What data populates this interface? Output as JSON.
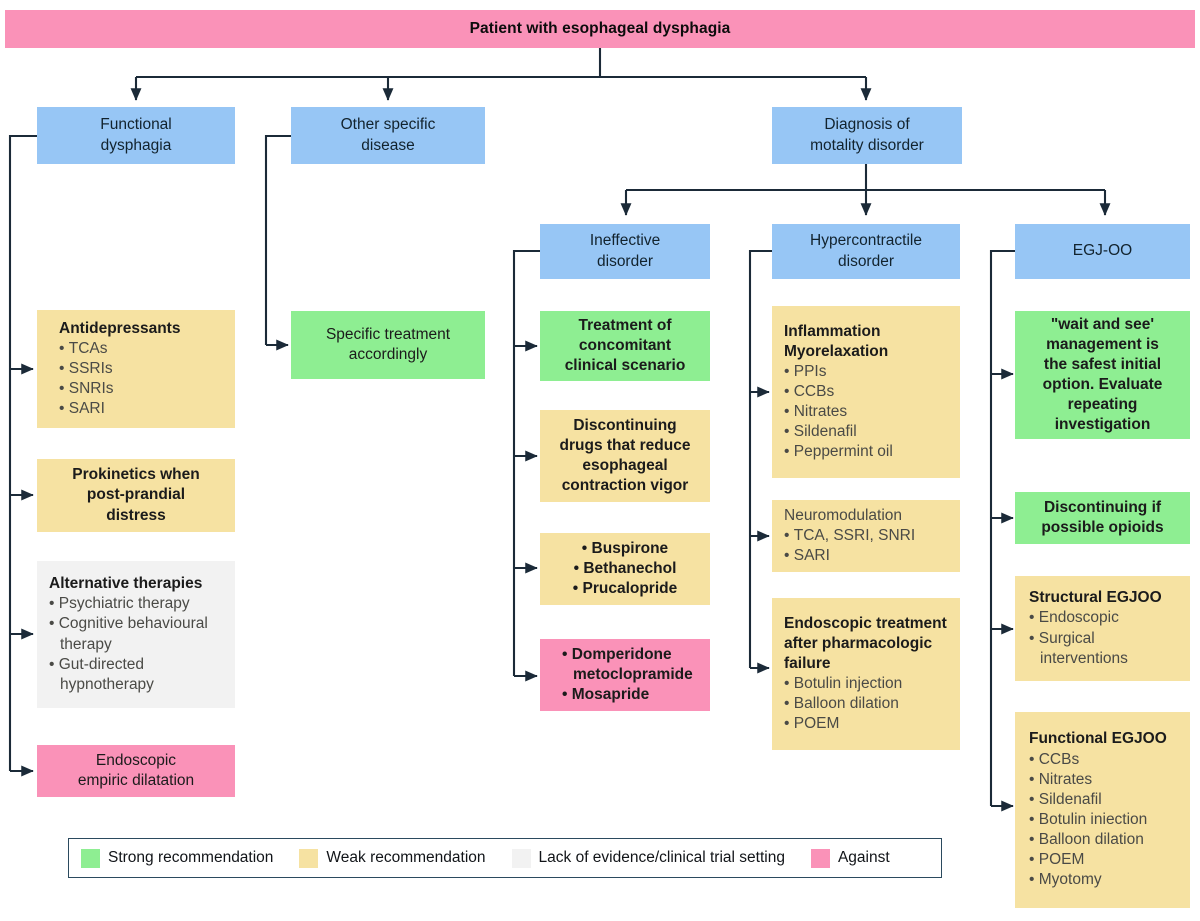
{
  "banner": {
    "label": "Patient with esophageal dysphagia",
    "color": "#fa92b8"
  },
  "stages": [
    {
      "id": "functional-dysphagia",
      "label": "Functional\ndysphagia",
      "color": "#97c6f5"
    },
    {
      "id": "other-specific-disease",
      "label": "Other specific\ndisease",
      "color": "#97c6f5"
    },
    {
      "id": "motility-diagnosis",
      "label": "Diagnosis of\nmotality disorder",
      "color": "#97c6f5"
    },
    {
      "id": "ineffective-disorder",
      "label": "Ineffective\ndisorder",
      "color": "#97c6f5"
    },
    {
      "id": "hypercontractile-disorder",
      "label": "Hypercontractile\ndisorder",
      "color": "#97c6f5"
    },
    {
      "id": "egj-oo",
      "label": "EGJ-OO",
      "color": "#97c6f5"
    }
  ],
  "cards": {
    "functional_dysphagia": [
      {
        "id": "antidepressants",
        "color": "#f6e2a2",
        "title": "Antidepressants",
        "bullets": [
          "TCAs",
          "SSRIs",
          "SNRIs",
          "SARI"
        ],
        "lines": []
      },
      {
        "id": "prokinetics",
        "color": "#f6e2a2",
        "title": "",
        "bullets": [],
        "lines": [
          "Prokinetics when",
          "post-prandial",
          "distress"
        ],
        "bold": true,
        "align": "center"
      },
      {
        "id": "alternative-therapies",
        "color": "#f2f2f2",
        "title": "Alternative therapies",
        "bullets": [
          "Psychiatric therapy",
          "Cognitive behavioural therapy",
          "Gut-directed hypnotherapy"
        ],
        "lines": []
      },
      {
        "id": "endoscopic-empiric-dilatation",
        "color": "#fa92b8",
        "title": "",
        "bullets": [],
        "lines": [
          "Endoscopic",
          "empiric dilatation"
        ],
        "align": "center"
      }
    ],
    "other_specific_disease": [
      {
        "id": "specific-treatment",
        "color": "#8eee92",
        "title": "",
        "bullets": [],
        "lines": [
          "Specific treatment",
          "accordingly"
        ],
        "align": "center"
      }
    ],
    "ineffective_disorder": [
      {
        "id": "treatment-concomitant",
        "color": "#8eee92",
        "title": "",
        "bullets": [],
        "lines": [
          "Treatment of",
          "concomitant",
          "clinical scenario"
        ],
        "align": "center"
      },
      {
        "id": "discontinuing-drugs",
        "color": "#f6e2a2",
        "title": "",
        "bullets": [],
        "lines": [
          "Discontinuing",
          "drugs that reduce",
          "esophageal",
          "contraction vigor"
        ],
        "bold": true,
        "align": "center"
      },
      {
        "id": "prokinetic-agents",
        "color": "#f6e2a2",
        "title": "",
        "bullets": [
          "Buspirone",
          "Bethanechol",
          "Prucalopride"
        ],
        "lines": [],
        "bulletBold": true,
        "align": "center"
      },
      {
        "id": "against-prokinetics",
        "color": "#fa92b8",
        "title": "",
        "bullets": [
          "Domperidone metoclopramide",
          "Mosapride"
        ],
        "lines": [],
        "bulletBold": true,
        "align": "left"
      }
    ],
    "hypercontractile_disorder": [
      {
        "id": "inflammation-myorelaxation",
        "color": "#f6e2a2",
        "title": "Inflammation\nMyorelaxation",
        "bullets": [
          "PPIs",
          "CCBs",
          "Nitrates",
          "Sildenafil",
          "Peppermint oil"
        ],
        "lines": []
      },
      {
        "id": "neuromodulation",
        "color": "#f6e2a2",
        "title": "",
        "subtitle": "Neuromodulation",
        "bullets": [
          "TCA, SSRI, SNRI",
          "SARI"
        ],
        "lines": []
      },
      {
        "id": "endoscopic-treatment",
        "color": "#f6e2a2",
        "title": "Endoscopic treatment\nafter pharmacologic\nfailure",
        "bullets": [
          "Botulin injection",
          "Balloon dilation",
          "POEM"
        ],
        "lines": []
      }
    ],
    "egj_oo": [
      {
        "id": "wait-and-see",
        "color": "#8eee92",
        "title": "",
        "bullets": [],
        "lines": [
          "\"wait and see'",
          "management is",
          "the safest initial",
          "option. Evaluate",
          "repeating",
          "investigation"
        ],
        "align": "center"
      },
      {
        "id": "discontinuing-opioids",
        "color": "#8eee92",
        "title": "",
        "bullets": [],
        "lines": [
          "Discontinuing if",
          "possible opioids"
        ],
        "bold": true,
        "align": "center"
      },
      {
        "id": "structural-egjoo",
        "color": "#f6e2a2",
        "title": "Structural EGJOO",
        "bullets": [
          "Endoscopic",
          "Surgical interventions"
        ],
        "lines": []
      },
      {
        "id": "functional-egjoo",
        "color": "#f6e2a2",
        "title": "Functional EGJOO",
        "bullets": [
          "CCBs",
          "Nitrates",
          "Sildenafil",
          "Botulin iniection",
          "Balloon dilation",
          "POEM",
          "Myotomy"
        ],
        "lines": []
      }
    ]
  },
  "legend": {
    "items": [
      {
        "id": "strong-recommendation",
        "label": "Strong recommendation",
        "color": "#8eee92"
      },
      {
        "id": "weak-recommendation",
        "label": "Weak recommendation",
        "color": "#f6e2a2"
      },
      {
        "id": "lack-of-evidence",
        "label": "Lack of evidence/clinical trial setting",
        "color": "#f2f2f2"
      },
      {
        "id": "against",
        "label": "Against",
        "color": "#fa92b8"
      }
    ]
  },
  "connector_color": "#1b2a38"
}
